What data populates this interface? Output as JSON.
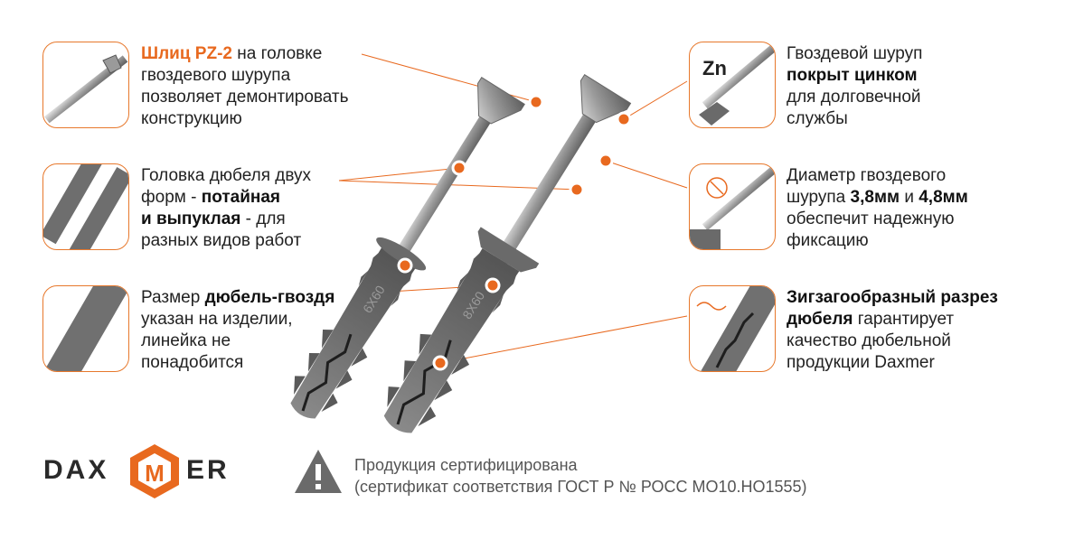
{
  "callouts": {
    "pz2": {
      "highlight": "Шлиц PZ-2",
      "line1_rest": " на головке",
      "line2": "гвоздевого шурупа",
      "line3": "позволяет демонтировать",
      "line4": "конструкцию"
    },
    "head": {
      "line1": "Головка дюбеля двух",
      "line2_pre": "форм - ",
      "line2_bold": "потайная",
      "line3_bold": "и выпуклая",
      "line3_rest": " - для",
      "line4": "разных видов работ"
    },
    "size": {
      "line1_pre": "Размер ",
      "line1_bold": "дюбель-гвоздя",
      "line2": "указан на изделии,",
      "line3": "линейка не",
      "line4": "понадобится"
    },
    "zinc": {
      "line1": "Гвоздевой шуруп",
      "line2_bold": "покрыт цинком",
      "line3": "для долговечной",
      "line4": "службы",
      "icon_text": "Zn"
    },
    "diameter": {
      "line1": "Диаметр гвоздевого",
      "line2_pre": "шурупа ",
      "line2_bold1": "3,8мм",
      "line2_mid": " и ",
      "line2_bold2": "4,8мм",
      "line3": "обеспечит надежную",
      "line4": "фиксацию"
    },
    "zigzag": {
      "line1_bold": "Зигзагообразный разрез",
      "line2_bold": "дюбеля",
      "line2_rest": " гарантирует",
      "line3": "качество дюбельной",
      "line4": "продукции Daxmer"
    }
  },
  "product_marking": {
    "left": "6X60",
    "right": "8X60"
  },
  "logo": {
    "left": "DAX",
    "mid": "M",
    "right": "ER"
  },
  "certificate": {
    "line1": "Продукция сертифицирована",
    "line2": "(сертификат соответствия ГОСТ Р № РОСС MO10.HO1555)"
  },
  "colors": {
    "accent": "#e8691f",
    "dowel": "#6e6e6e",
    "steel": "#a9a9a9",
    "text": "#222222"
  }
}
